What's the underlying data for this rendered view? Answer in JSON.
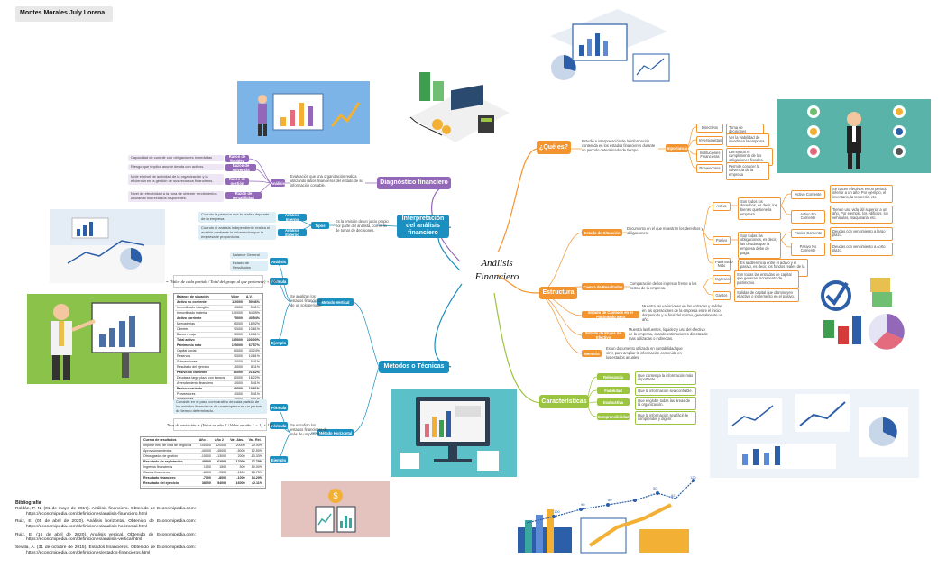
{
  "author": "Montes Morales July Lorena.",
  "center_title": [
    "Análisis",
    "Financiero"
  ],
  "que_es": {
    "title": "¿Qué es?",
    "definition": "Estudio e interpretación de la información contenida en los estados financieros durante un periodo determinado de tiempo.",
    "importancia": "Importancia",
    "actors": [
      {
        "label": "Directivos",
        "desc": "Toma de decisiones"
      },
      {
        "label": "Inversionistas",
        "desc": "Ver la viabilidad de invertir en la empresa."
      },
      {
        "label": "Instituciones Financieras",
        "desc": "Demostrar el cumplimiento de las obligaciones fiscales."
      },
      {
        "label": "Proveedores",
        "desc": "Permite conocer la solvencia de la empresa"
      }
    ]
  },
  "estructura": {
    "title": "Estructura",
    "items": [
      {
        "label": "Estado de Situación",
        "desc": "Documento en el que muestran los derechos y obligaciones."
      },
      {
        "label": "Cuenta de Resultados",
        "desc": "Comparación de los ingresos frente a los costos de la empresa."
      },
      {
        "label": "Estado de Cambios en el Patrimonio Neto",
        "desc": "Muestra las variaciones en las entradas y salidas en las operaciones de la empresa entre el inicio del periodo y el final del mismo, generalmente un año."
      },
      {
        "label": "Estado de Flujos de Efectivo",
        "desc": "Muestra las fuentes, liquidez y uso del efectivo de la empresa, cuando estimaciones directas de mas utilizadas o indirectas."
      },
      {
        "label": "Memoria",
        "desc": "Es un documento utilizado en contabilidad que sirve para ampliar la información contenida en los estados anuales."
      }
    ],
    "activo": {
      "label": "Activo",
      "desc": "Son todos los derechos, es decir, los bienes que tiene la empresa."
    },
    "activo_corriente": {
      "label": "Activo Corriente",
      "desc": "Se hacen efectivos en un periodo inferior a un año. Por ejemplo, el inventario, la tesorería, etc."
    },
    "activo_no_corriente": {
      "label": "Activo No Corriente",
      "desc": "Tienen una vida útil superior a un año. Por ejemplo, los edificios, los vehículos, maquinaria, etc."
    },
    "pasivo": {
      "label": "Pasivo",
      "desc": "Son todas las obligaciones, es decir, las deudas que la empresa debe de pagar."
    },
    "pasivo_corriente": {
      "label": "Pasivo Corriente",
      "desc": "Deudas con vencimiento a largo plazo."
    },
    "pasivo_no_corriente": {
      "label": "Pasivo No Corriente",
      "desc": "Deudas con vencimiento a corto plazo."
    },
    "patrimonio": {
      "label": "Patrimonio Neto",
      "desc": "Es la diferencia entre el activo y el pasivo, es decir, los fondos reales de la empresa."
    },
    "ingresos": {
      "label": "Ingresos",
      "desc": "Son todas las entradas de capital que generan incremento de patrimonio."
    },
    "gastos": {
      "label": "Gastos",
      "desc": "Salidas de capital que disminuyen el activo o incremento en el pasivo."
    }
  },
  "caracteristicas": {
    "title": "Características",
    "items": [
      {
        "label": "Relevancia",
        "desc": "Que contenga la información más importante."
      },
      {
        "label": "Fiabilidad",
        "desc": "Que la información sea confiable."
      },
      {
        "label": "Exahustiva",
        "desc": "Que englobe todas las áreas de la organización."
      },
      {
        "label": "Comprensibilidad",
        "desc": "Que la información sea fácil de comprender y digerir."
      }
    ]
  },
  "diagnostico": {
    "title": "Diagnóstico financiero",
    "desc": "Evaluación que una organización realiza utilizando ratios financieros del estado de su información contable.",
    "analisis": "Análisis",
    "razones": [
      {
        "label": "Razón de liquidez",
        "desc": "Capacidad de cumplir con obligaciones inmediatas"
      },
      {
        "label": "Razón de solvencia",
        "desc": "Riesgo que implica asumir deuda con activos."
      },
      {
        "label": "Razón de gestión",
        "desc": "Mide el nivel de actividad de la organización y la eficiencia en la gestión de sus recursos financieros."
      },
      {
        "label": "Razón de rentabilidad",
        "desc": "Nivel de efectividad a la hora de obtener rendimientos utilizando los recursos disponibles."
      }
    ]
  },
  "interpretacion": {
    "title": "Interpretación del análisis financiero",
    "desc": "Es la emisión de un juicio propio por parte del analista, con el fin de tomar de decisiones.",
    "tipos": "Tipos",
    "interno": {
      "label": "Análisis Interno",
      "desc": "Cuando la persona que lo realiza depende de la empresa."
    },
    "externo": {
      "label": "Análisis Externo",
      "desc": "Cuando el análisis independiente realiza el análisis mediante la información que la empresa le proporciona."
    }
  },
  "metodos": {
    "title": "Métodos o Técnicas",
    "vertical": {
      "label": "Método Vertical",
      "desc": "Se analizan los estados financieros de un solo periodo.",
      "analisis": "Análisis",
      "balance": "Balance General",
      "estado": "Estado de Resultados",
      "formula": "Fórmula",
      "equation": "AV = (Valor de cada partida / Total del grupo al que pertenece) × 100",
      "ejemplo": "Ejemplo",
      "table_headers": [
        "Balance de situación",
        "Valor",
        "A.V."
      ],
      "rows": [
        [
          "Activo no corriente",
          "110000",
          "59.46%"
        ],
        [
          "Inmovilizado intangible",
          "10000",
          "5.41%"
        ],
        [
          "Inmovilizado material",
          "100000",
          "54.05%"
        ],
        [
          "Activo corriente",
          "75000",
          "40.54%"
        ],
        [
          "Mercaderías",
          "35000",
          "18.92%"
        ],
        [
          "Clientes",
          "20000",
          "10.81%"
        ],
        [
          "Banco o caja",
          "20000",
          "10.81%"
        ],
        [
          "Total activo",
          "185000",
          "100.00%"
        ],
        [
          "Patrimonio neto",
          "125000",
          "67.57%"
        ],
        [
          "Capital social",
          "80000",
          "43.24%"
        ],
        [
          "Reservas",
          "20000",
          "10.81%"
        ],
        [
          "Subvenciones",
          "10000",
          "5.41%"
        ],
        [
          "Resultado del ejercicio",
          "15000",
          "8.11%"
        ],
        [
          "Pasivo no corriente",
          "40000",
          "21.62%"
        ],
        [
          "Deudas a largo plazo con bancos",
          "30000",
          "16.22%"
        ],
        [
          "Arrendamiento financiero",
          "10000",
          "5.41%"
        ],
        [
          "Pasivo corriente",
          "20000",
          "10.81%"
        ],
        [
          "Proveedores",
          "10000",
          "5.41%"
        ],
        [
          "Acreedores",
          "10000",
          "5.41%"
        ],
        [
          "Total pasivo",
          "185000",
          "100.00%"
        ]
      ]
    },
    "horizontal": {
      "label": "Método Horizontal",
      "desc": "Se estudian los estados financieros de más de un periodo.",
      "formula_desc": "Consiste en el paso comparativo de cada partida de los estados financieros de una empresa en un periodo de tiempo determinado.",
      "formula": "Fórmula",
      "equation": "Tasa de variación = (Valor en año 2 / Valor en año 1 − 1) × 100",
      "ejemplo": "Ejemplo",
      "formula_label": "Fórmula",
      "table_headers": [
        "Cuenta de resultados",
        "Año 1",
        "Año 2",
        "Var. Abs.",
        "Var. Rel."
      ],
      "rows": [
        [
          "Importe neto de cifra de negocios",
          "100000",
          "120000",
          "20000",
          "20.00%"
        ],
        [
          "Aprovisionamientos",
          "-40000",
          "-45000",
          "-5000",
          "12.50%"
        ],
        [
          "Otros gastos de gestión",
          "-15000",
          "-13000",
          "2000",
          "-13.33%"
        ],
        [
          "Resultado de explotación",
          "45000",
          "62000",
          "17000",
          "37.78%"
        ],
        [
          "Ingresos financieros",
          "1000",
          "1500",
          "500",
          "50.00%"
        ],
        [
          "Gastos financieros",
          "-8000",
          "-9500",
          "-1500",
          "18.75%"
        ],
        [
          "Resultado financiero",
          "-7000",
          "-8000",
          "-1000",
          "14.29%"
        ],
        [
          "Resultado del ejercicio",
          "38000",
          "54000",
          "16000",
          "42.11%"
        ]
      ]
    }
  },
  "bibliografia": {
    "title": "Bibliografía",
    "refs": [
      "Roldán, P. N. (01 de mayo de 2017). Análisis financiero. Obtenido de Economipedia.com: https://economipedia.com/definiciones/analisis-financiero.html",
      "Ruiz, E. (05 de abril de 2020). Análisis horizontal. Obtenido de Economipedia.com: https://economipedia.com/definiciones/analisis-horizontal.html",
      "Ruiz, E. (16 de abril de 2020). Análisis vertical. Obtenido de Economipedia.com: https://economipedia.com/definiciones/analisis-vertical.html",
      "Sevilla, A. (31 de octubre de 2015). Estados financieros. Obtenido de Economipedia.com: https://economipedia.com/definiciones/estados-financieros.html"
    ]
  },
  "growth_chart_labels": [
    "100",
    "90",
    "80",
    "120",
    "82",
    "50"
  ]
}
